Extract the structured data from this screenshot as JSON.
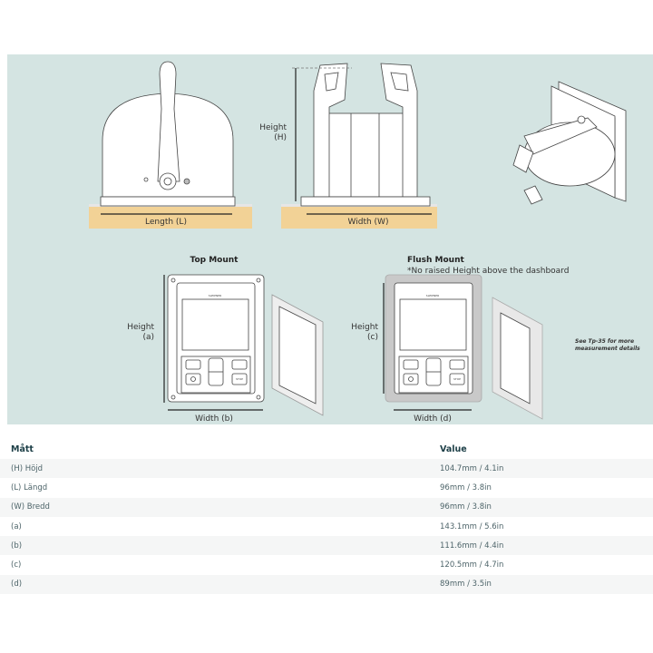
{
  "diagram": {
    "background": "#d4e4e2",
    "base_color": "#f2d296",
    "side_view": {
      "label": "Length (L)"
    },
    "front_view": {
      "height_label_1": "Height",
      "height_label_2": "(H)",
      "width_label": "Width (W)"
    },
    "top_mount": {
      "title": "Top Mount",
      "height_label_1": "Height",
      "height_label_2": "(a)",
      "width_label": "Width (b)",
      "brand": "SLEIPNER",
      "stop_button": "STOP"
    },
    "flush_mount": {
      "title": "Flush Mount",
      "note": "*No raised Height above the dashboard",
      "height_label_1": "Height",
      "height_label_2": "(c)",
      "width_label": "Width (d)",
      "brand": "SLEIPNER",
      "stop_button": "STOP"
    },
    "side_note_1": "See Tp-35 for more",
    "side_note_2": "measurement details"
  },
  "table": {
    "headers": [
      "Mått",
      "Value"
    ],
    "rows": [
      [
        "(H) Höjd",
        "104.7mm / 4.1in"
      ],
      [
        "(L) Längd",
        "96mm / 3.8in"
      ],
      [
        "(W) Bredd",
        "96mm / 3.8in"
      ],
      [
        "(a)",
        "143.1mm / 5.6in"
      ],
      [
        "(b)",
        "111.6mm / 4.4in"
      ],
      [
        "(c)",
        "120.5mm / 4.7in"
      ],
      [
        "(d)",
        "89mm / 3.5in"
      ]
    ]
  }
}
